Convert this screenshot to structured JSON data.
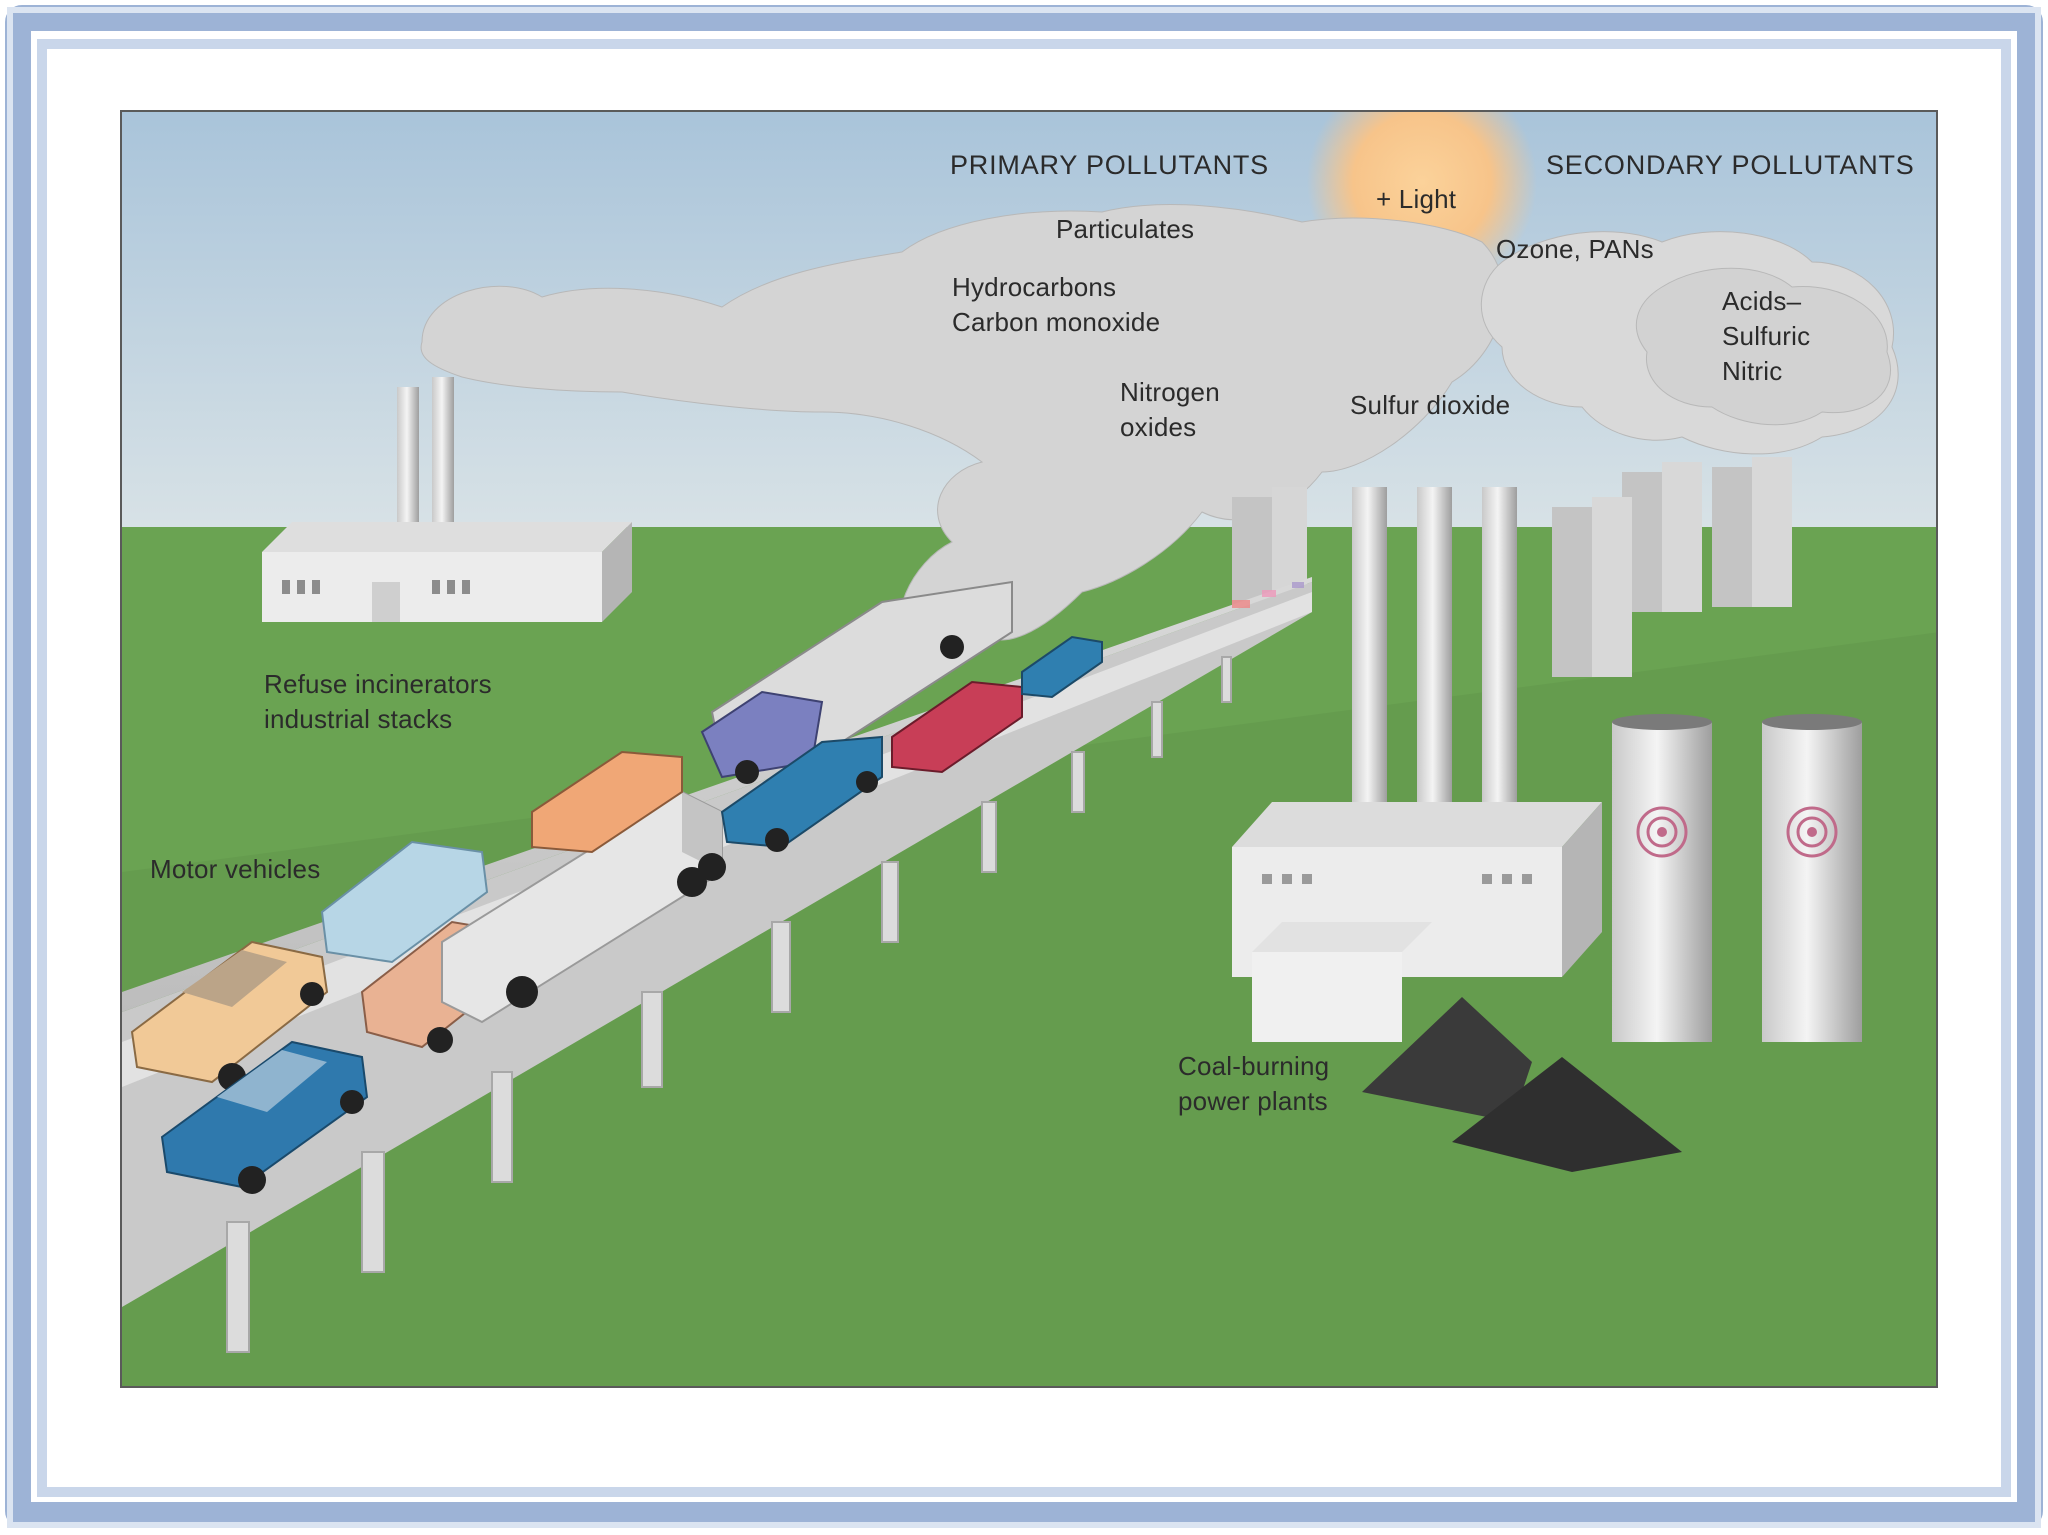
{
  "headers": {
    "primary": "PRIMARY POLLUTANTS",
    "secondary": "SECONDARY POLLUTANTS"
  },
  "labels": {
    "light": "+ Light",
    "particulates": "Particulates",
    "hydrocarbons": "Hydrocarbons",
    "carbon_monoxide": "Carbon monoxide",
    "nitrogen": "Nitrogen",
    "oxides": "oxides",
    "sulfur_dioxide": "Sulfur dioxide",
    "ozone_pans": "Ozone, PANs",
    "acids": "Acids–",
    "sulfuric": "Sulfuric",
    "nitric": "Nitric",
    "refuse_incinerators": "Refuse incinerators",
    "industrial_stacks": "industrial stacks",
    "motor_vehicles": "Motor vehicles",
    "coal_burning": "Coal-burning",
    "power_plants": "power plants"
  },
  "colors": {
    "sky": "#b9cfe0",
    "ground": "#6aa352",
    "smoke": "#d6d6d6",
    "sun": "#f8c98a",
    "frame": "#9db3d6",
    "coal": "#3a3a3a"
  }
}
